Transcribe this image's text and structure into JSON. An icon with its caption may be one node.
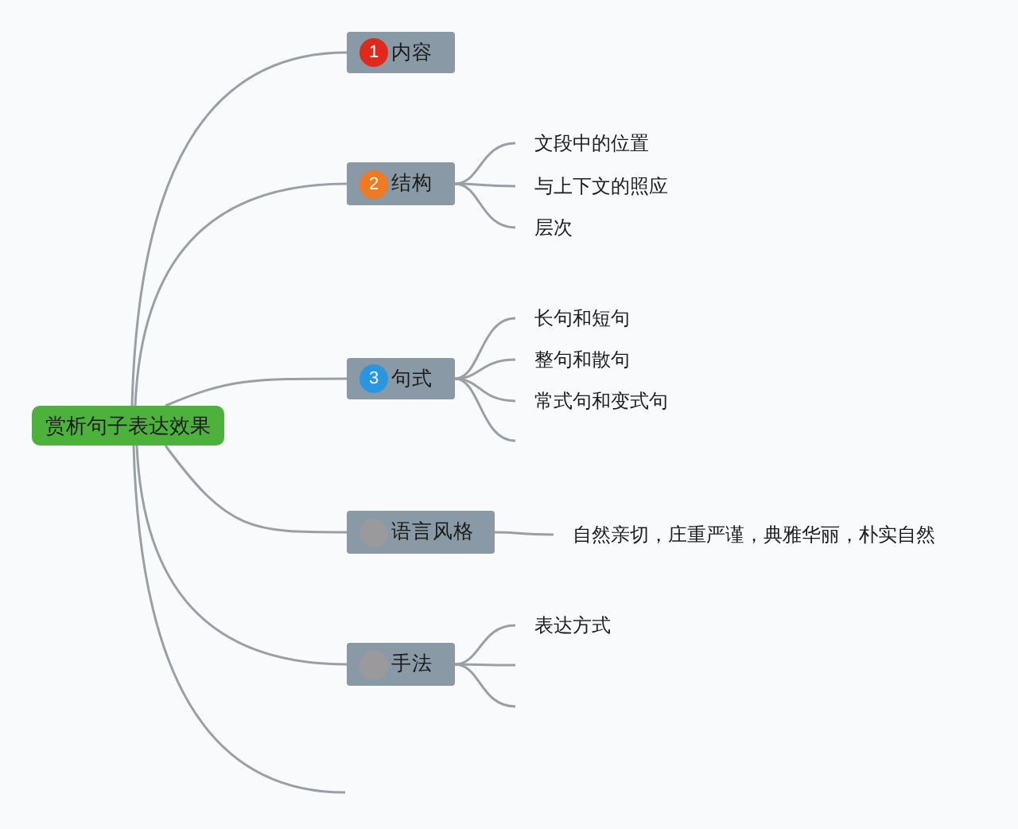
{
  "diagram": {
    "nodes": [
      {
        "text": [
          "赏析句子表达效果"
        ]
      },
      {
        "text": [
          "1",
          "内容"
        ]
      },
      {
        "text": [
          "2",
          "结构"
        ]
      },
      {
        "text": [
          "3",
          "句式"
        ]
      },
      {
        "text": [
          "语言风格"
        ]
      },
      {
        "text": [
          "手法"
        ]
      },
      {
        "text": [
          "文段中的位置"
        ]
      },
      {
        "text": [
          "与上下文的照应"
        ]
      },
      {
        "text": [
          "层次"
        ]
      },
      {
        "text": [
          "长句和短句"
        ]
      },
      {
        "text": [
          "整句和散句"
        ]
      },
      {
        "text": [
          "常式句和变式句"
        ]
      },
      {
        "text": [
          "自然亲切，庄重严谨，典雅华丽，朴实自然"
        ]
      },
      {
        "text": [
          "表达方式"
        ]
      }
    ],
    "edges": [
      {
        "from": 0,
        "to": 1,
        "arrow": "none"
      },
      {
        "from": 0,
        "to": 2,
        "arrow": "none"
      },
      {
        "from": 0,
        "to": 3,
        "arrow": "none"
      },
      {
        "from": 0,
        "to": 4,
        "arrow": "none"
      },
      {
        "from": 0,
        "to": 5,
        "arrow": "none"
      },
      {
        "from": 0,
        "to": null,
        "arrow": "none"
      },
      {
        "from": 2,
        "to": 6,
        "arrow": "none"
      },
      {
        "from": 2,
        "to": 7,
        "arrow": "none"
      },
      {
        "from": 2,
        "to": 8,
        "arrow": "none"
      },
      {
        "from": 3,
        "to": 9,
        "arrow": "none"
      },
      {
        "from": 3,
        "to": 10,
        "arrow": "none"
      },
      {
        "from": 3,
        "to": 11,
        "arrow": "none"
      },
      {
        "from": 3,
        "to": null,
        "arrow": "none"
      },
      {
        "from": 4,
        "to": 12,
        "arrow": "none"
      },
      {
        "from": 5,
        "to": 13,
        "arrow": "none"
      },
      {
        "from": 5,
        "to": null,
        "arrow": "none"
      },
      {
        "from": 5,
        "to": null,
        "arrow": "none"
      }
    ]
  }
}
